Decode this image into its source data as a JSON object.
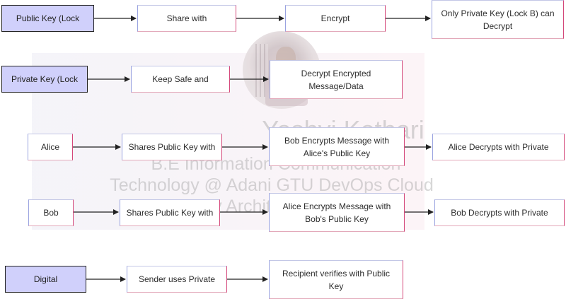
{
  "watermark": {
    "name": "Yashvi Kothari",
    "line1": "B.E Information Communication",
    "line2": "Technology @ Adani GTU DevOps Cloud",
    "line3": "Security Architect DevSecOps"
  },
  "rows": [
    {
      "nodes": [
        {
          "label": "Public Key (Lock"
        },
        {
          "label": "Share with"
        },
        {
          "label": "Encrypt"
        },
        {
          "label": "Only Private Key (Lock B) can Decrypt"
        }
      ]
    },
    {
      "nodes": [
        {
          "label": "Private Key (Lock"
        },
        {
          "label": "Keep Safe and"
        },
        {
          "label": "Decrypt Encrypted Message/Data"
        }
      ]
    },
    {
      "nodes": [
        {
          "label": "Alice"
        },
        {
          "label": "Shares Public Key with"
        },
        {
          "label": "Bob Encrypts Message with Alice's Public Key"
        },
        {
          "label": "Alice Decrypts with Private"
        }
      ]
    },
    {
      "nodes": [
        {
          "label": "Bob"
        },
        {
          "label": "Shares Public Key with"
        },
        {
          "label": "Alice Encrypts Message with Bob's Public Key"
        },
        {
          "label": "Bob Decrypts with Private"
        }
      ]
    },
    {
      "nodes": [
        {
          "label": "Digital"
        },
        {
          "label": "Sender uses Private"
        },
        {
          "label": "Recipient verifies with Public Key"
        }
      ]
    }
  ],
  "colors": {
    "key_fill": "#d0d0fb",
    "edge": "#222222",
    "node_accent": "#d4477a"
  }
}
